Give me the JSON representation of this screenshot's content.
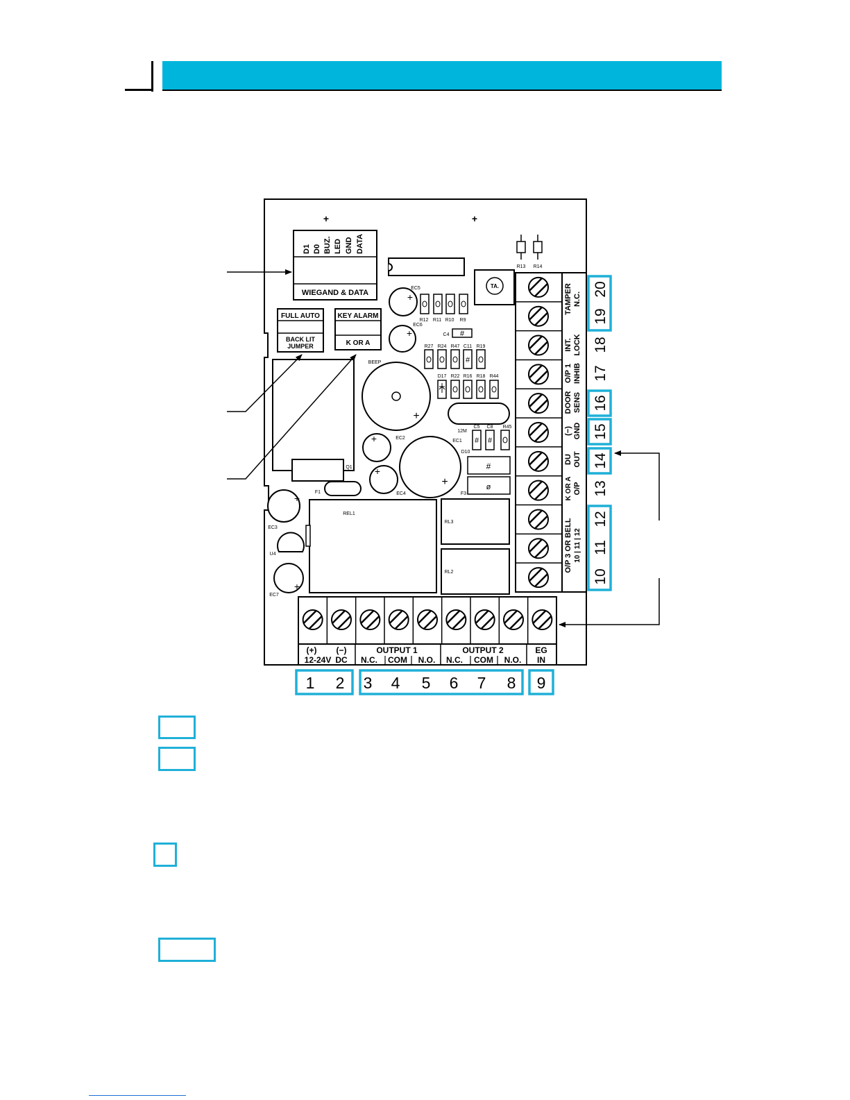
{
  "header": {
    "accent_color": "#00b5dc"
  },
  "board": {
    "wiegand_pins": [
      "D1",
      "D0",
      "BUZ.",
      "LED",
      "GND",
      "DATA"
    ],
    "wiegand_label": "WIEGAND & DATA",
    "jumper1_top": "FULL   AUTO",
    "jumper1_bottom_1": "BACK LIT",
    "jumper1_bottom_2": "JUMPER",
    "jumper2_top": "KEY  ALARM",
    "jumper2_bottom": "K  OR  A",
    "components": {
      "r13": "R13",
      "r14": "R14",
      "ta": "TA.",
      "ec5": "EC5",
      "ec6": "EC6",
      "r12": "R12",
      "r11": "R11",
      "r10": "R10",
      "r9": "R9",
      "c4": "C4",
      "r27": "R27",
      "r24": "R24",
      "r47": "R47",
      "c11": "C11",
      "r19": "R19",
      "d17": "D17",
      "r22": "R22",
      "r16": "R16",
      "r18": "R18",
      "r44": "R44",
      "beep": "BEEP",
      "m12": "12M",
      "c5": "C5",
      "c8": "C8",
      "r45": "R45",
      "ec2": "EC2",
      "ec1": "EC1",
      "d10": "D10",
      "q1": "Q1",
      "f1": "F1",
      "ec4": "EC4",
      "f3": "F3",
      "rel1": "REL1",
      "rl3": "RL3",
      "rl2": "RL2",
      "ec3": "EC3",
      "u4": "U4",
      "ec7": "EC7"
    },
    "right_labels": [
      [
        "TAMPER",
        "N.C."
      ],
      [
        "INT.",
        "LOCK"
      ],
      [
        "O/P 1",
        "INHIB"
      ],
      [
        "DOOR",
        "SENS"
      ],
      [
        "(−)",
        "GND"
      ],
      [
        "DU",
        "OUT"
      ],
      [
        "K OR A",
        "O/P"
      ],
      [
        "O/P 3 OR BELL",
        "10 | 11 | 12"
      ]
    ],
    "right_numbers": [
      "20",
      "19",
      "18",
      "17",
      "16",
      "15",
      "14",
      "13",
      "12",
      "11",
      "10"
    ],
    "bottom_top_labels": [
      "(+)",
      "(−)",
      "OUTPUT 1",
      "OUTPUT 2",
      "EG"
    ],
    "bottom_bottom_labels": [
      "12-24V",
      "DC",
      "N.C.",
      "COM",
      "N.O.",
      "N.C.",
      "COM",
      "N.O.",
      "IN"
    ],
    "bottom_numbers": [
      "1",
      "2",
      "3",
      "4",
      "5",
      "6",
      "7",
      "8",
      "9"
    ]
  }
}
